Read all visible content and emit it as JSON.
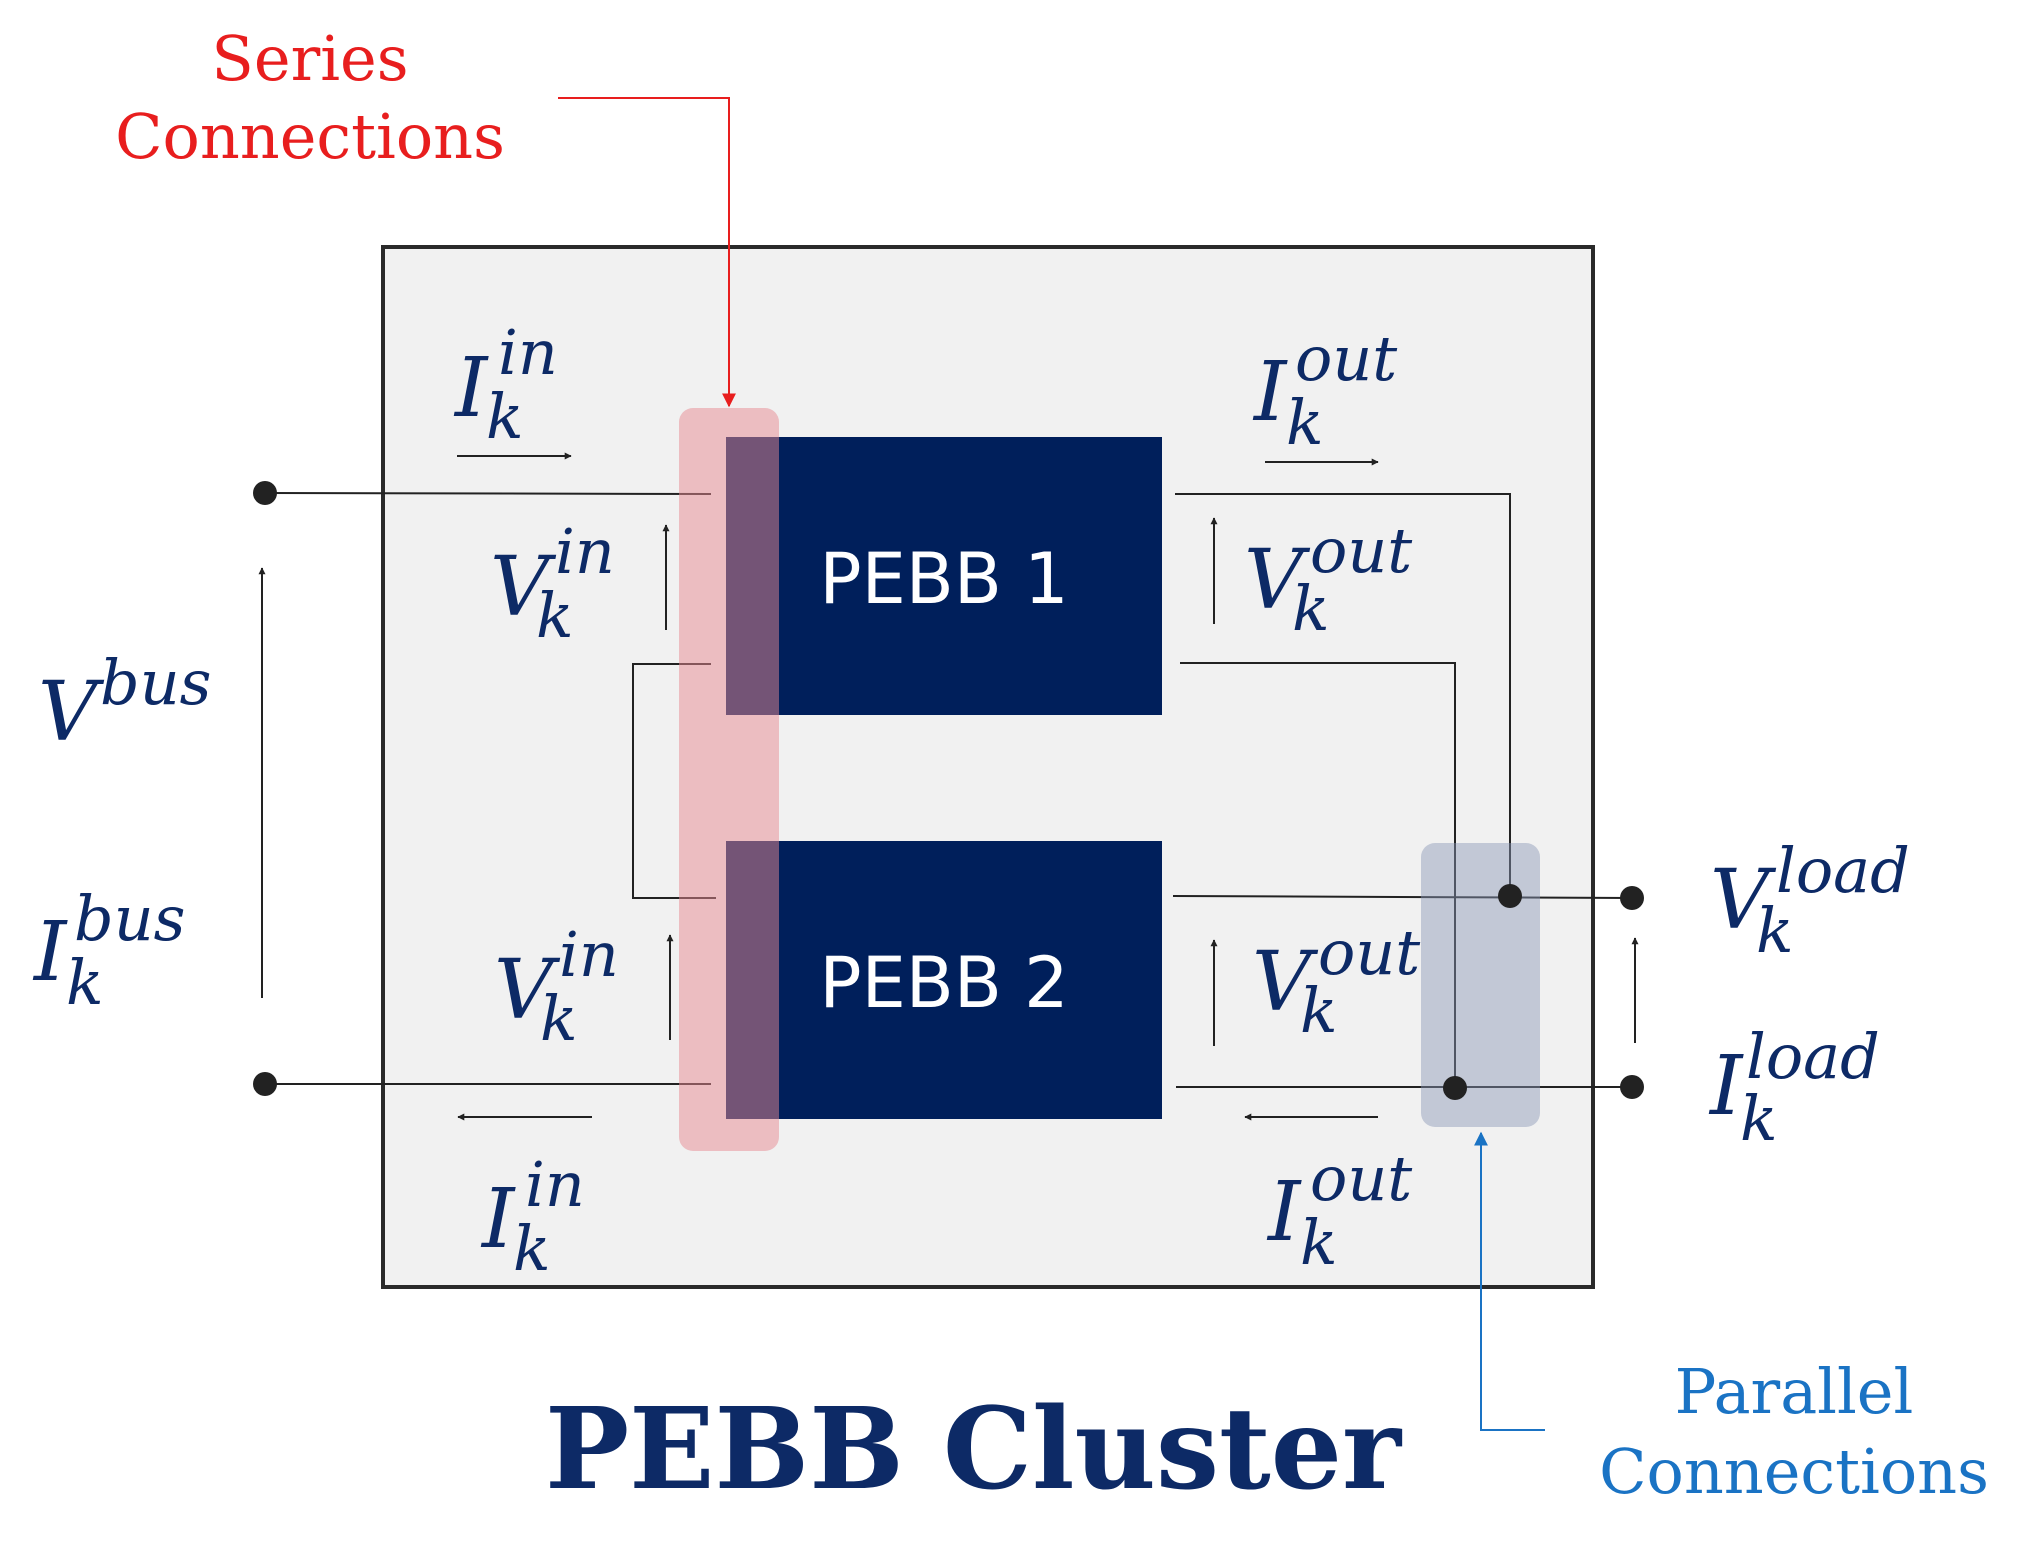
{
  "callouts": {
    "series_line1": "Series",
    "series_line2": "Connections",
    "parallel_line1": "Parallel",
    "parallel_line2": "Connections"
  },
  "blocks": {
    "pebb1": "PEBB 1",
    "pebb2": "PEBB 2"
  },
  "title": "PEBB Cluster",
  "symbols": {
    "I": "I",
    "V": "V",
    "sub_k": "k",
    "sup_in": "in",
    "sup_out": "out",
    "sup_bus": "bus",
    "sup_load": "load"
  },
  "colors": {
    "navy": "#001f5b",
    "series_highlight": "#f4bfc2",
    "parallel_highlight": "#c3cad9",
    "cluster_fill": "#f1f1f1",
    "series_callout": "#e81e1e",
    "parallel_callout": "#1a73c4"
  }
}
